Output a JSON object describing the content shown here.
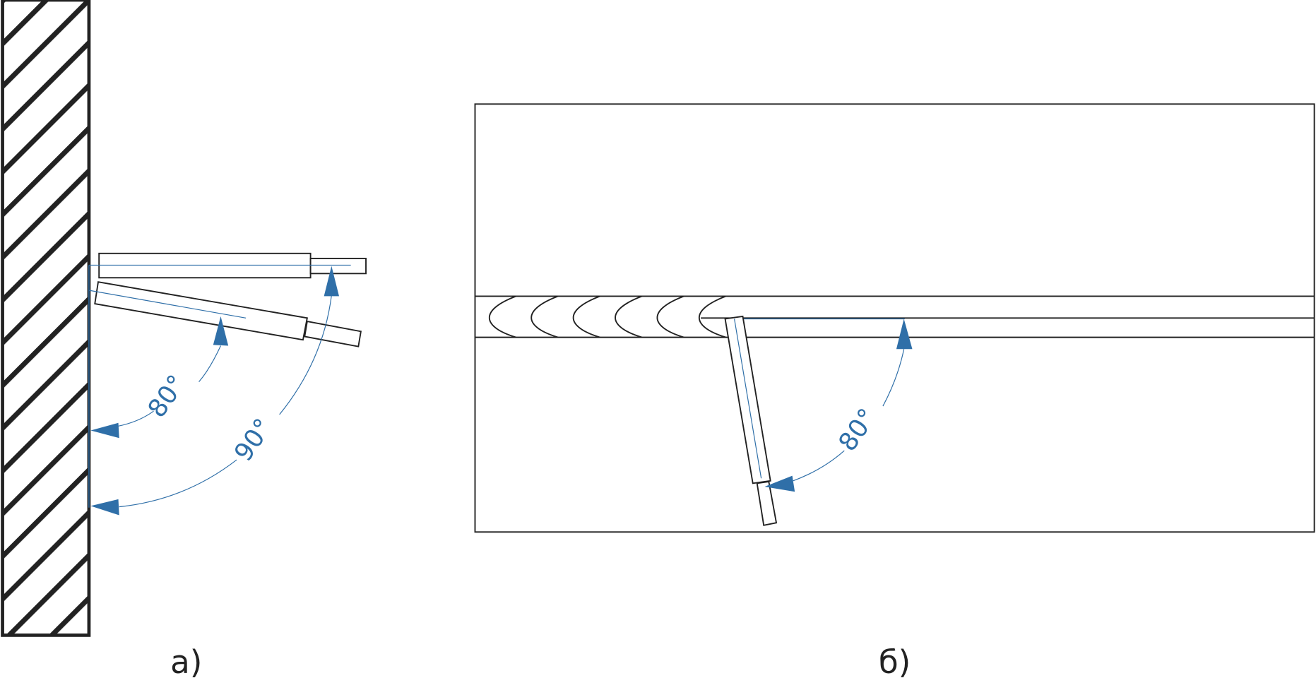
{
  "panel_a": {
    "caption": "а)",
    "angle_small": "80°",
    "angle_large": "90°"
  },
  "panel_b": {
    "caption": "б)",
    "angle": "80°"
  },
  "colors": {
    "line": "#222222",
    "dimension": "#2f6fa8"
  }
}
